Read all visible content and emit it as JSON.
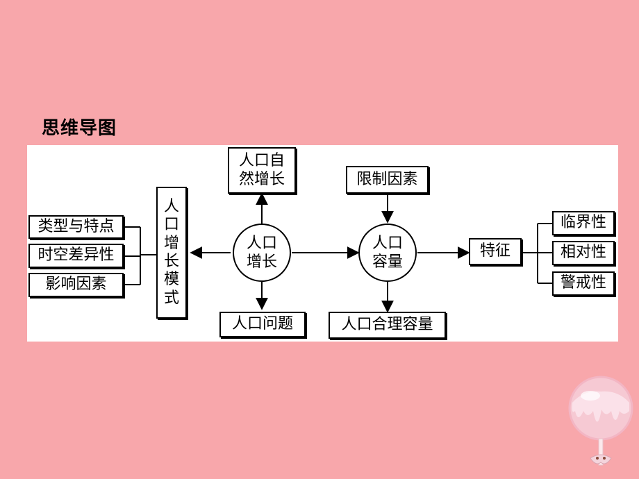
{
  "title": "思维导图",
  "left_boxes": [
    "类型与特点",
    "时空差异性",
    "影响因素"
  ],
  "growth_model": [
    "人",
    "口",
    "增",
    "长",
    "模",
    "式"
  ],
  "natural_growth": [
    "人口自",
    "然增长"
  ],
  "center_left": [
    "人口",
    "增长"
  ],
  "population_problem": "人口问题",
  "limiting_factors": "限制因素",
  "center_right": [
    "人口",
    "容量"
  ],
  "reasonable_capacity": "人口合理容量",
  "features": "特征",
  "right_boxes": [
    "临界性",
    "相对性",
    "警戒性"
  ],
  "colors": {
    "background": "#f8a7ab",
    "panel": "#ffffff",
    "ink": "#000000"
  }
}
